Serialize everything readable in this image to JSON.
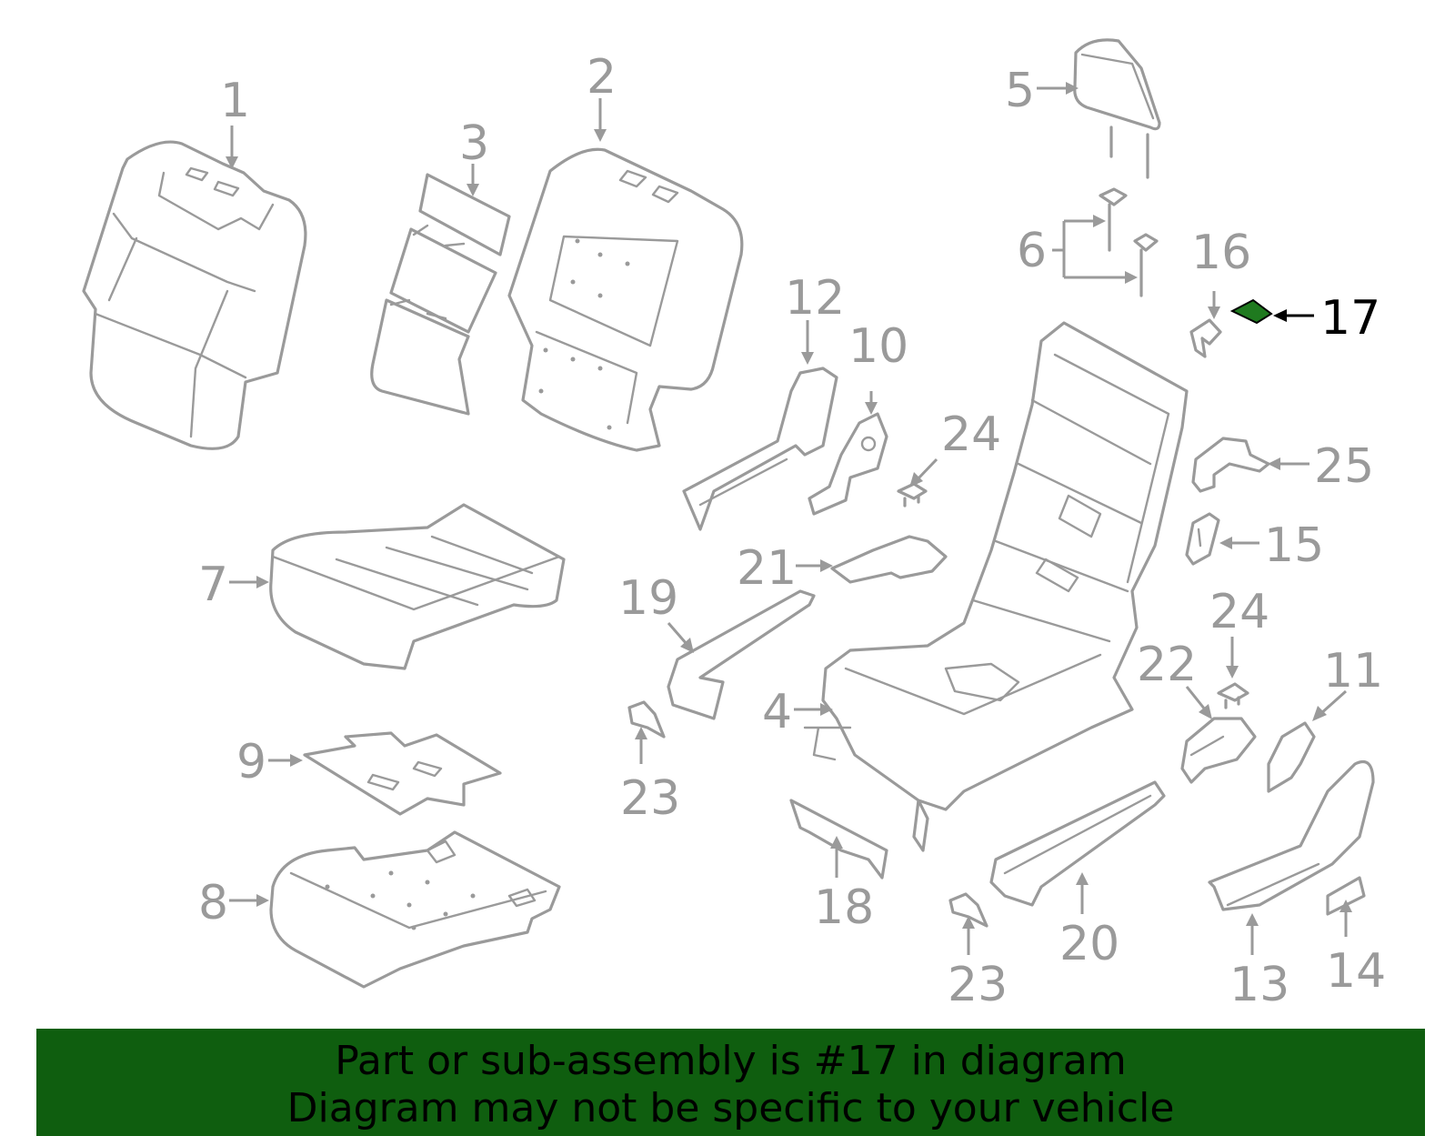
{
  "callouts": [
    {
      "id": "1",
      "label": "1"
    },
    {
      "id": "2",
      "label": "2"
    },
    {
      "id": "3",
      "label": "3"
    },
    {
      "id": "4",
      "label": "4"
    },
    {
      "id": "5",
      "label": "5"
    },
    {
      "id": "6",
      "label": "6"
    },
    {
      "id": "7",
      "label": "7"
    },
    {
      "id": "8",
      "label": "8"
    },
    {
      "id": "9",
      "label": "9"
    },
    {
      "id": "10",
      "label": "10"
    },
    {
      "id": "11",
      "label": "11"
    },
    {
      "id": "12",
      "label": "12"
    },
    {
      "id": "13",
      "label": "13"
    },
    {
      "id": "14",
      "label": "14"
    },
    {
      "id": "15",
      "label": "15"
    },
    {
      "id": "16",
      "label": "16"
    },
    {
      "id": "17",
      "label": "17"
    },
    {
      "id": "18",
      "label": "18"
    },
    {
      "id": "19",
      "label": "19"
    },
    {
      "id": "20",
      "label": "20"
    },
    {
      "id": "21",
      "label": "21"
    },
    {
      "id": "22",
      "label": "22"
    },
    {
      "id": "23a",
      "label": "23"
    },
    {
      "id": "23b",
      "label": "23"
    },
    {
      "id": "24a",
      "label": "24"
    },
    {
      "id": "24b",
      "label": "24"
    },
    {
      "id": "25",
      "label": "25"
    }
  ],
  "highlight": {
    "part": "17",
    "color": "#1f7a1f",
    "banner_color": "#0f5e0f"
  },
  "footer": {
    "line1": "Part or sub-assembly is #17 in diagram",
    "line2": "Diagram may not be specific to your vehicle"
  }
}
